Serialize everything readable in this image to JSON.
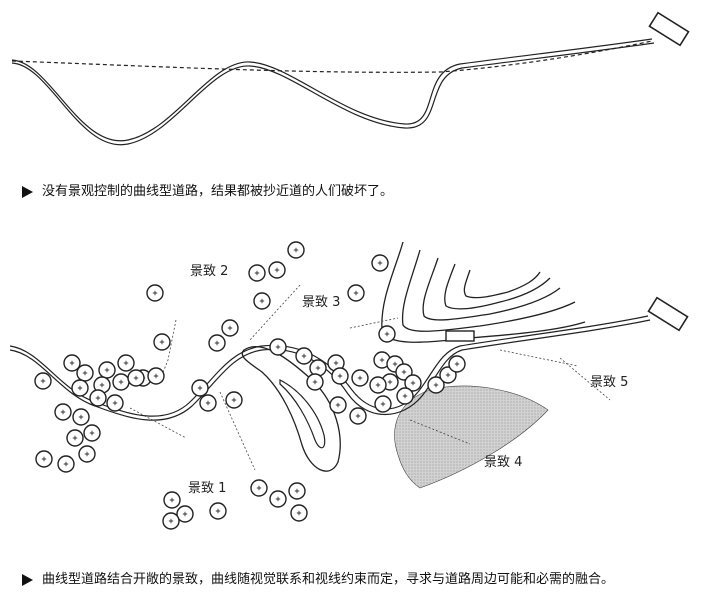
{
  "captions": {
    "top": "没有景观控制的曲线型道路，结果都被抄近道的人们破坏了。",
    "bottom": "曲线型道路结合开敞的景致，曲线随视觉联系和视线约束而定，寻求与道路周边可能和必需的融合。"
  },
  "scenic_views": [
    {
      "label": "景致 1"
    },
    {
      "label": "景致 2"
    },
    {
      "label": "景致 3"
    },
    {
      "label": "景致 4"
    },
    {
      "label": "景致 5"
    }
  ],
  "bullet_icon": "right-triangle-arrow",
  "tree_icon": "circle-plus-tree",
  "colors": {
    "line": "#222222",
    "hatch_fill": "#cccccc",
    "background": "#ffffff"
  }
}
